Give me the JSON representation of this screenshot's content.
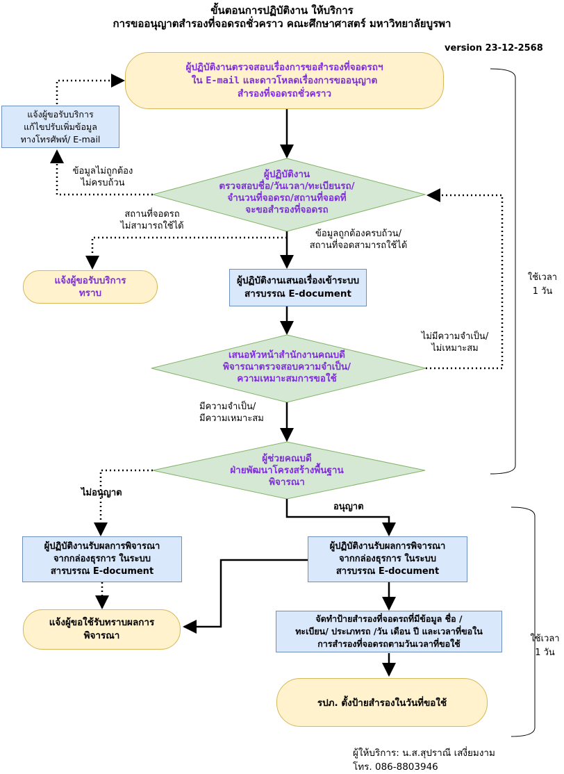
{
  "header": {
    "title_line1": "ขั้นตอนการปฏิบัติงาน ให้บริการ",
    "title_line2": "การขออนุญาตสำรองที่จอดรถชั่วคราว คณะศึกษาศาสตร์ มหาวิทยาลัยบูรพา",
    "version": "version 23-12-2568"
  },
  "nodes": {
    "start": {
      "line1": "ผู้ปฏิบัติงานตรวจสอบเรื่องการขอสำรองที่จอดรถฯ",
      "line2_a": "ใน ",
      "line2_mono": "E-mail",
      "line2_b": " และดาวโหลดเรื่องการขออนุญาต",
      "line3": "สำรองที่จอดรถชั่วคราว"
    },
    "notify_fix": {
      "line1": "แจ้งผู้ขอรับบริการ",
      "line2": "แก้ไขปรับเพิ่มข้อมูล",
      "line3": "ทางโทรศัพท์/ E-mail"
    },
    "decision1": {
      "line1": "ผู้ปฏิบัติงาน",
      "line2": "ตรวจสอบชื่อ/วันเวลา/ทะเบียนรถ/",
      "line3": "จำนวนที่จอดรถ/สถานที่จอดที่",
      "line4": "จะขอสำรองที่จอดรถ"
    },
    "notify_known": {
      "line1": "แจ้งผู้ขอรับบริการ",
      "line2": "ทราบ"
    },
    "edoc_submit": {
      "line1": "ผู้ปฏิบัติงานเสนอเรื่องเข้าระบบ",
      "line2": "สารบรรณ E-document"
    },
    "decision2": {
      "line1": "เสนอหัวหน้าสำนักงานคณบดี",
      "line2": "พิจารณาตรวจสอบความจำเป็น/",
      "line3": "ความเหมาะสมการขอใช้"
    },
    "decision3": {
      "line1": "ผู้ช่วยคณบดี",
      "line2": "ฝ่ายพัฒนาโครงสร้างพื้นฐาน",
      "line3": "พิจารณา"
    },
    "result_left": {
      "line1": "ผู้ปฏิบัติงานรับผลการพิจารณา",
      "line2": "จากกล่องธุรการ ในระบบ",
      "line3": "สารบรรณ E-document"
    },
    "result_right": {
      "line1": "ผู้ปฏิบัติงานรับผลการพิจารณา",
      "line2": "จากกล่องธุรการ ในระบบ",
      "line3": "สารบรรณ E-document"
    },
    "notify_result": {
      "line1": "แจ้งผู้ขอใช้รับทราบผลการ",
      "line2": "พิจารณา"
    },
    "make_sign": {
      "line1": "จัดทำป้ายสำรองที่จอดรถที่มีข้อมูล ชื่อ /",
      "line2": "ทะเบียน/ ประเภทรถ /วัน เดือน ปี และเวลาที่ขอใน",
      "line3": "การสำรองที่จอดรถตามวันเวลาที่ขอใช้"
    },
    "end": {
      "text": "รปภ. ตั้งป้ายสำรองในวันที่ขอใช้"
    }
  },
  "edge_labels": {
    "incomplete_1": "ข้อมูลไม่ถูกต้อง",
    "incomplete_2": "ไม่ครบถ้วน",
    "place_unavail_1": "สถานที่จอดรถ",
    "place_unavail_2": "ไม่สามารถใช้ได้",
    "complete_1": "ข้อมูลถูกต้องครบถ้วน/",
    "complete_2": "สถานที่จอดสามารถใช้ได้",
    "not_needed_1": "ไม่มีความจำเป็น/",
    "not_needed_2": "ไม่เหมาะสม",
    "needed_1": "มีความจำเป็น/",
    "needed_2": "มีความเหมาะสม",
    "not_approved": "ไม่อนุญาต",
    "approved": "อนุญาต"
  },
  "time_notes": {
    "first_1": "ใช้เวลา",
    "first_2": "1 วัน",
    "second_1": "ใช้เวลา",
    "second_2": "1 วัน"
  },
  "footer": {
    "provider": "ผู้ให้บริการ: น.ส.สุปราณี เสงี่ยมงาม",
    "phone": "โทร. 086-8803946"
  },
  "colors": {
    "blue_fill": "#dae8fc",
    "blue_stroke": "#6c8ebf",
    "yellow_fill": "#fff2cc",
    "yellow_stroke": "#d6b656",
    "green_fill": "#d5e8d4",
    "green_stroke": "#82b366",
    "purple_text": "#7f2fd9"
  }
}
